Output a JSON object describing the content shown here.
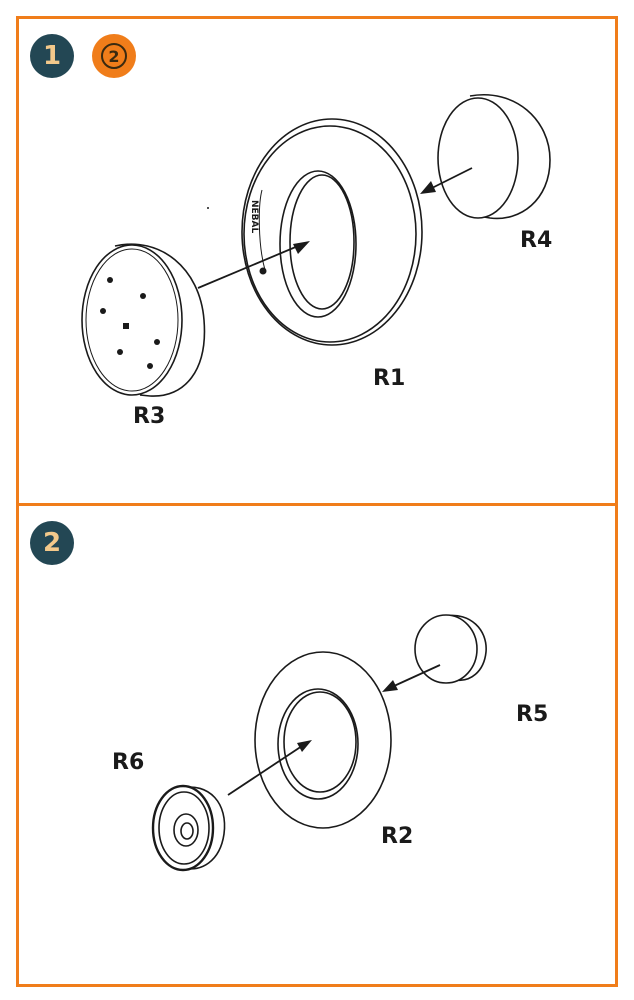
{
  "step1": {
    "number": "1",
    "reference_step": "2",
    "parts": {
      "r1": "R1",
      "r3": "R3",
      "r4": "R4"
    },
    "tire_text": "NEBAL"
  },
  "step2": {
    "number": "2",
    "parts": {
      "r2": "R2",
      "r5": "R5",
      "r6": "R6"
    }
  },
  "colors": {
    "frame": "#f07d1a",
    "badge": "#234754",
    "badge_text": "#f3c98b",
    "line": "#1a1a1a"
  }
}
